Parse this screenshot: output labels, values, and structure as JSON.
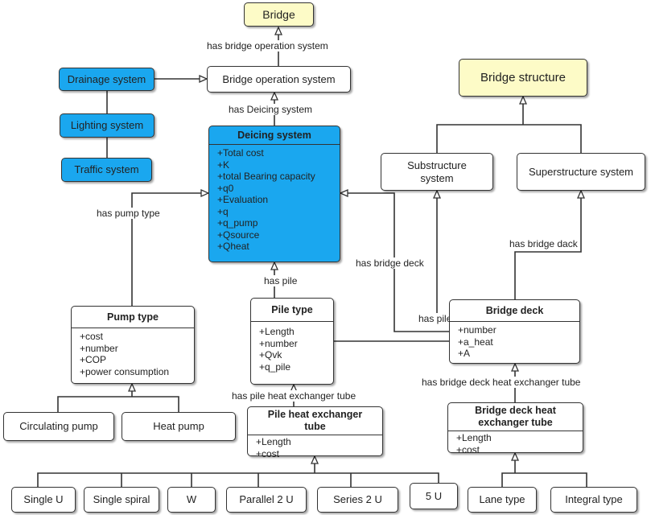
{
  "nodes": {
    "bridge": "Bridge",
    "bridge_operation_system": "Bridge operation system",
    "drainage_system": "Drainage system",
    "lighting_system": "Lighting system",
    "traffic_system": "Traffic system",
    "bridge_structure": "Bridge structure",
    "substructure_system": "Substructure system",
    "superstructure_system": "Superstructure system",
    "circulating_pump": "Circulating pump",
    "heat_pump": "Heat pump",
    "single_u": "Single U",
    "single_spiral": "Single spiral",
    "w": "W",
    "parallel_2u": "Parallel 2 U",
    "series_2u": "Series 2 U",
    "five_u": "5 U",
    "lane_type": "Lane type",
    "integral_type": "Integral type"
  },
  "classes": {
    "deicing_system": {
      "title": "Deicing system",
      "attributes": [
        "+Total cost",
        "+K",
        "+total Bearing capacity",
        "+q0",
        "+Evaluation",
        "+q",
        "+q_pump",
        "+Qsource",
        "+Qheat"
      ]
    },
    "pump_type": {
      "title": "Pump type",
      "attributes": [
        "+cost",
        "+number",
        "+COP",
        "+power consumption"
      ]
    },
    "pile_type": {
      "title": "Pile type",
      "attributes": [
        "+Length",
        "+number",
        "+Qvk",
        "+q_pile"
      ]
    },
    "bridge_deck": {
      "title": "Bridge deck",
      "attributes": [
        "+number",
        "+a_heat",
        "+A"
      ]
    },
    "pile_heat_exchanger_tube": {
      "title": "Pile heat exchanger tube",
      "attributes": [
        "+Length",
        "+cost"
      ]
    },
    "bridge_deck_heat_exchanger_tube": {
      "title": "Bridge deck heat exchanger tube",
      "attributes": [
        "+Length",
        "+cost"
      ]
    }
  },
  "relations": {
    "has_bridge_operation_system": "has bridge operation system",
    "has_deicing_system": "has Deicing system",
    "has_pump_type": "has pump type",
    "has_pile": "has pile",
    "has_bridge_deck": "has bridge deck",
    "has_pile_2": "has pile",
    "has_bridge_dack": "has bridge dack",
    "has_pile_heat_exchanger_tube": "has pile heat exchanger tube",
    "has_bridge_deck_heat_exchanger_tube": "has bridge deck heat exchanger tube"
  },
  "colors": {
    "system_blue": "#1aa7ef",
    "root_yellow": "#fdfbc7",
    "line": "#333333"
  }
}
